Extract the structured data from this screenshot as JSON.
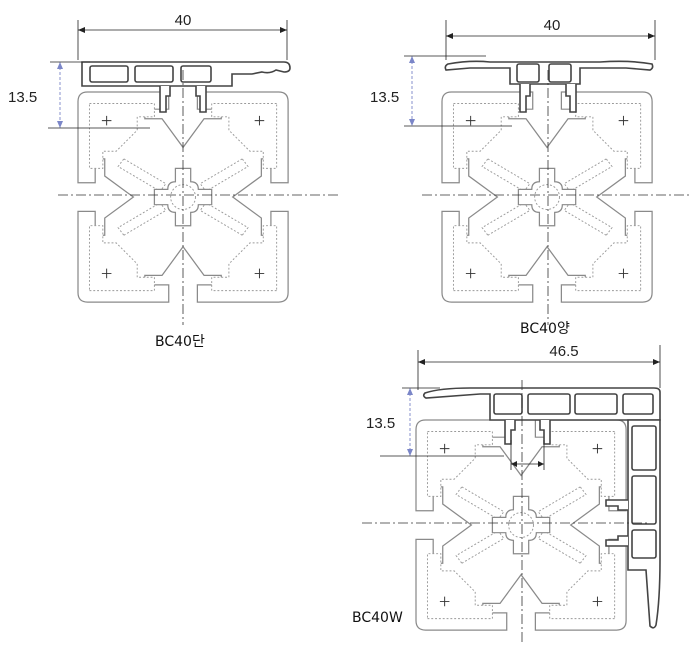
{
  "figures": [
    {
      "id": "bc40-single",
      "caption": "BC40단",
      "width_label": "40",
      "height_label": "13.5"
    },
    {
      "id": "bc40-double",
      "caption": "BC40양",
      "width_label": "40",
      "height_label": "13.5"
    },
    {
      "id": "bc40w",
      "caption": "BC40W",
      "width_label": "46.5",
      "height_label": "13.5"
    }
  ]
}
